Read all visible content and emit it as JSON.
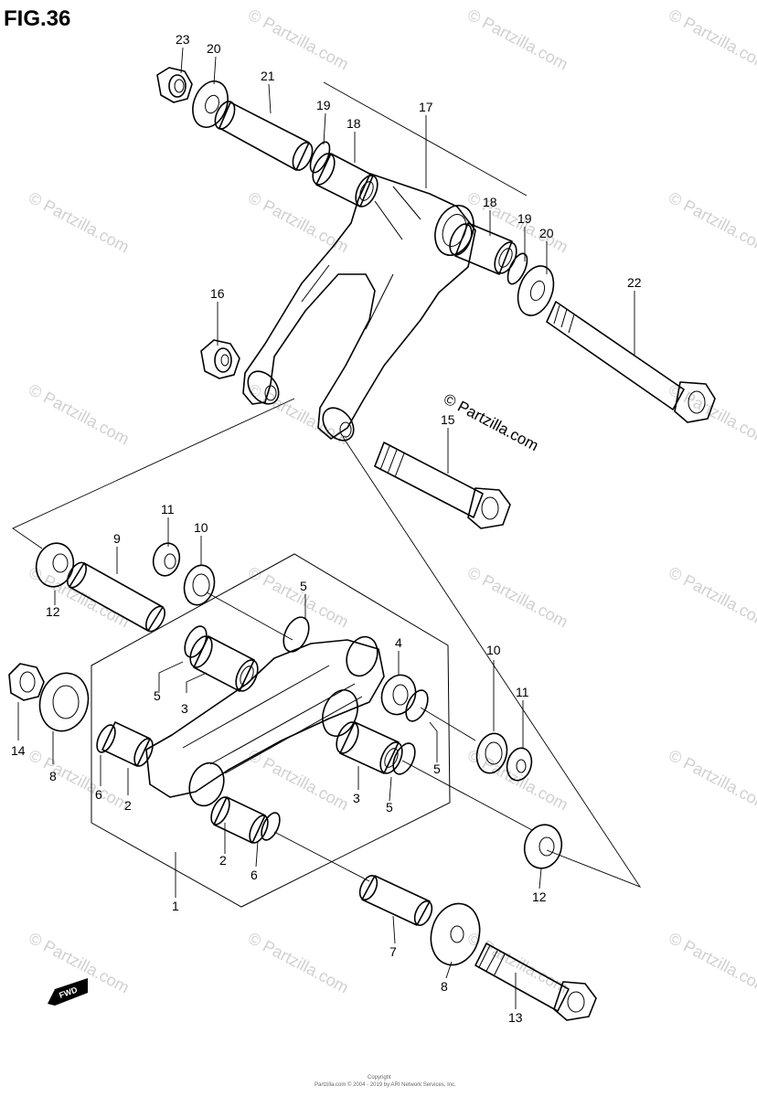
{
  "figure": {
    "title": "FIG.36"
  },
  "watermark": {
    "text": "© Partzilla.com"
  },
  "copyright": {
    "line1": "Copyright",
    "line2": "Partzilla.com © 2004 - 2019 by ARI Network Services, Inc."
  },
  "fwd_badge": {
    "label": "FWD"
  },
  "parts": [
    {
      "ref": "23"
    },
    {
      "ref": "20"
    },
    {
      "ref": "21"
    },
    {
      "ref": "19"
    },
    {
      "ref": "18"
    },
    {
      "ref": "17"
    },
    {
      "ref": "18"
    },
    {
      "ref": "19"
    },
    {
      "ref": "20"
    },
    {
      "ref": "22"
    },
    {
      "ref": "16"
    },
    {
      "ref": "15"
    },
    {
      "ref": "11"
    },
    {
      "ref": "10"
    },
    {
      "ref": "9"
    },
    {
      "ref": "12"
    },
    {
      "ref": "5"
    },
    {
      "ref": "4"
    },
    {
      "ref": "5"
    },
    {
      "ref": "3"
    },
    {
      "ref": "14"
    },
    {
      "ref": "8"
    },
    {
      "ref": "6"
    },
    {
      "ref": "2"
    },
    {
      "ref": "3"
    },
    {
      "ref": "5"
    },
    {
      "ref": "5"
    },
    {
      "ref": "10"
    },
    {
      "ref": "11"
    },
    {
      "ref": "2"
    },
    {
      "ref": "6"
    },
    {
      "ref": "12"
    },
    {
      "ref": "1"
    },
    {
      "ref": "7"
    },
    {
      "ref": "8"
    },
    {
      "ref": "13"
    }
  ]
}
